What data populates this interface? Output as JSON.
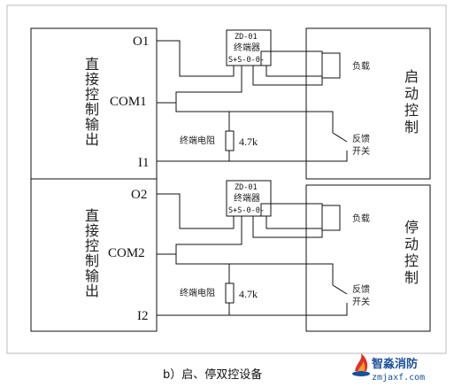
{
  "left_panel": {
    "top_label_chars": [
      "直",
      "接",
      "控",
      "制",
      "输",
      "出"
    ],
    "bottom_label_chars": [
      "直",
      "接",
      "控",
      "制",
      "输",
      "出"
    ]
  },
  "right_panel": {
    "top_label_chars": [
      "启",
      "动",
      "控",
      "制"
    ],
    "bottom_label_chars": [
      "停",
      "动",
      "控",
      "制"
    ]
  },
  "top_circuit": {
    "output_label": "O1",
    "com_label": "COM1",
    "input_label": "I1",
    "terminator": {
      "model": "ZD-01",
      "name": "终端器",
      "pins": "S+S-0-0-"
    },
    "load_label": "负载",
    "feedback_switch_label_1": "反馈",
    "feedback_switch_label_2": "开关",
    "resistor_label": "终端电阻",
    "resistor_value": "4.7k"
  },
  "bottom_circuit": {
    "output_label": "O2",
    "com_label": "COM2",
    "input_label": "I2",
    "terminator": {
      "model": "ZD-01",
      "name": "终端器",
      "pins": "S+S-0-0-"
    },
    "load_label": "负载",
    "feedback_switch_label_1": "反馈",
    "feedback_switch_label_2": "开关",
    "resistor_label": "终端电阻",
    "resistor_value": "4.7k"
  },
  "caption": "b）启、停双控设备",
  "watermark": {
    "brand": "智淼消防",
    "url": "zmjaxf.com",
    "accent_color": "#1a4f9c",
    "logo_color": "#e0302a"
  }
}
